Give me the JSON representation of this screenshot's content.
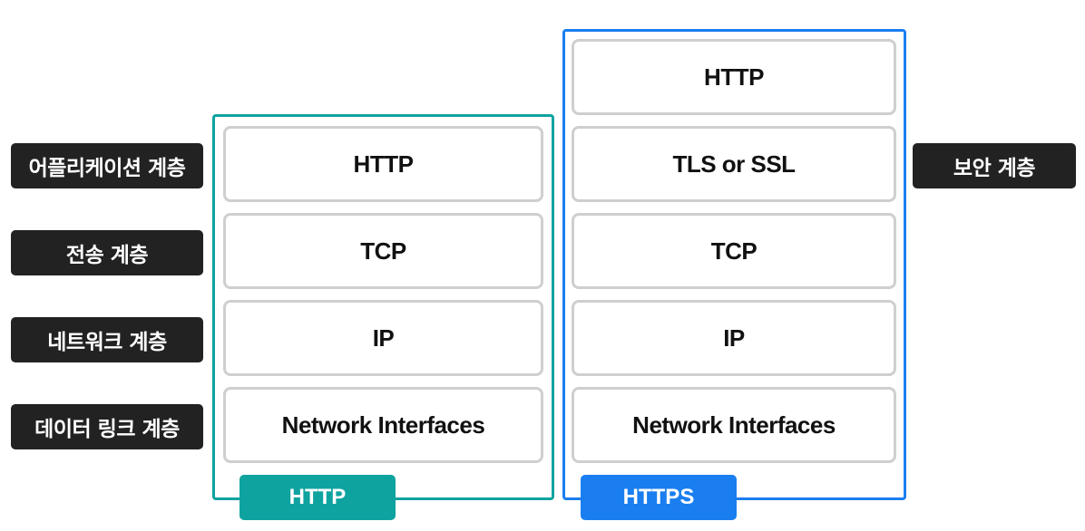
{
  "colors": {
    "http": "#0fa3a0",
    "https": "#1a7ef0",
    "label_bg": "#222222",
    "layer_border": "#cfcfcf"
  },
  "left_labels": [
    "어플리케이션 계층",
    "전송 계층",
    "네트워크 계층",
    "데이터 링크 계층"
  ],
  "right_label": "보안 계층",
  "http_stack": {
    "title": "HTTP",
    "layers": [
      "HTTP",
      "TCP",
      "IP",
      "Network Interfaces"
    ]
  },
  "https_stack": {
    "title": "HTTPS",
    "layers": [
      "HTTP",
      "TLS or SSL",
      "TCP",
      "IP",
      "Network Interfaces"
    ]
  }
}
